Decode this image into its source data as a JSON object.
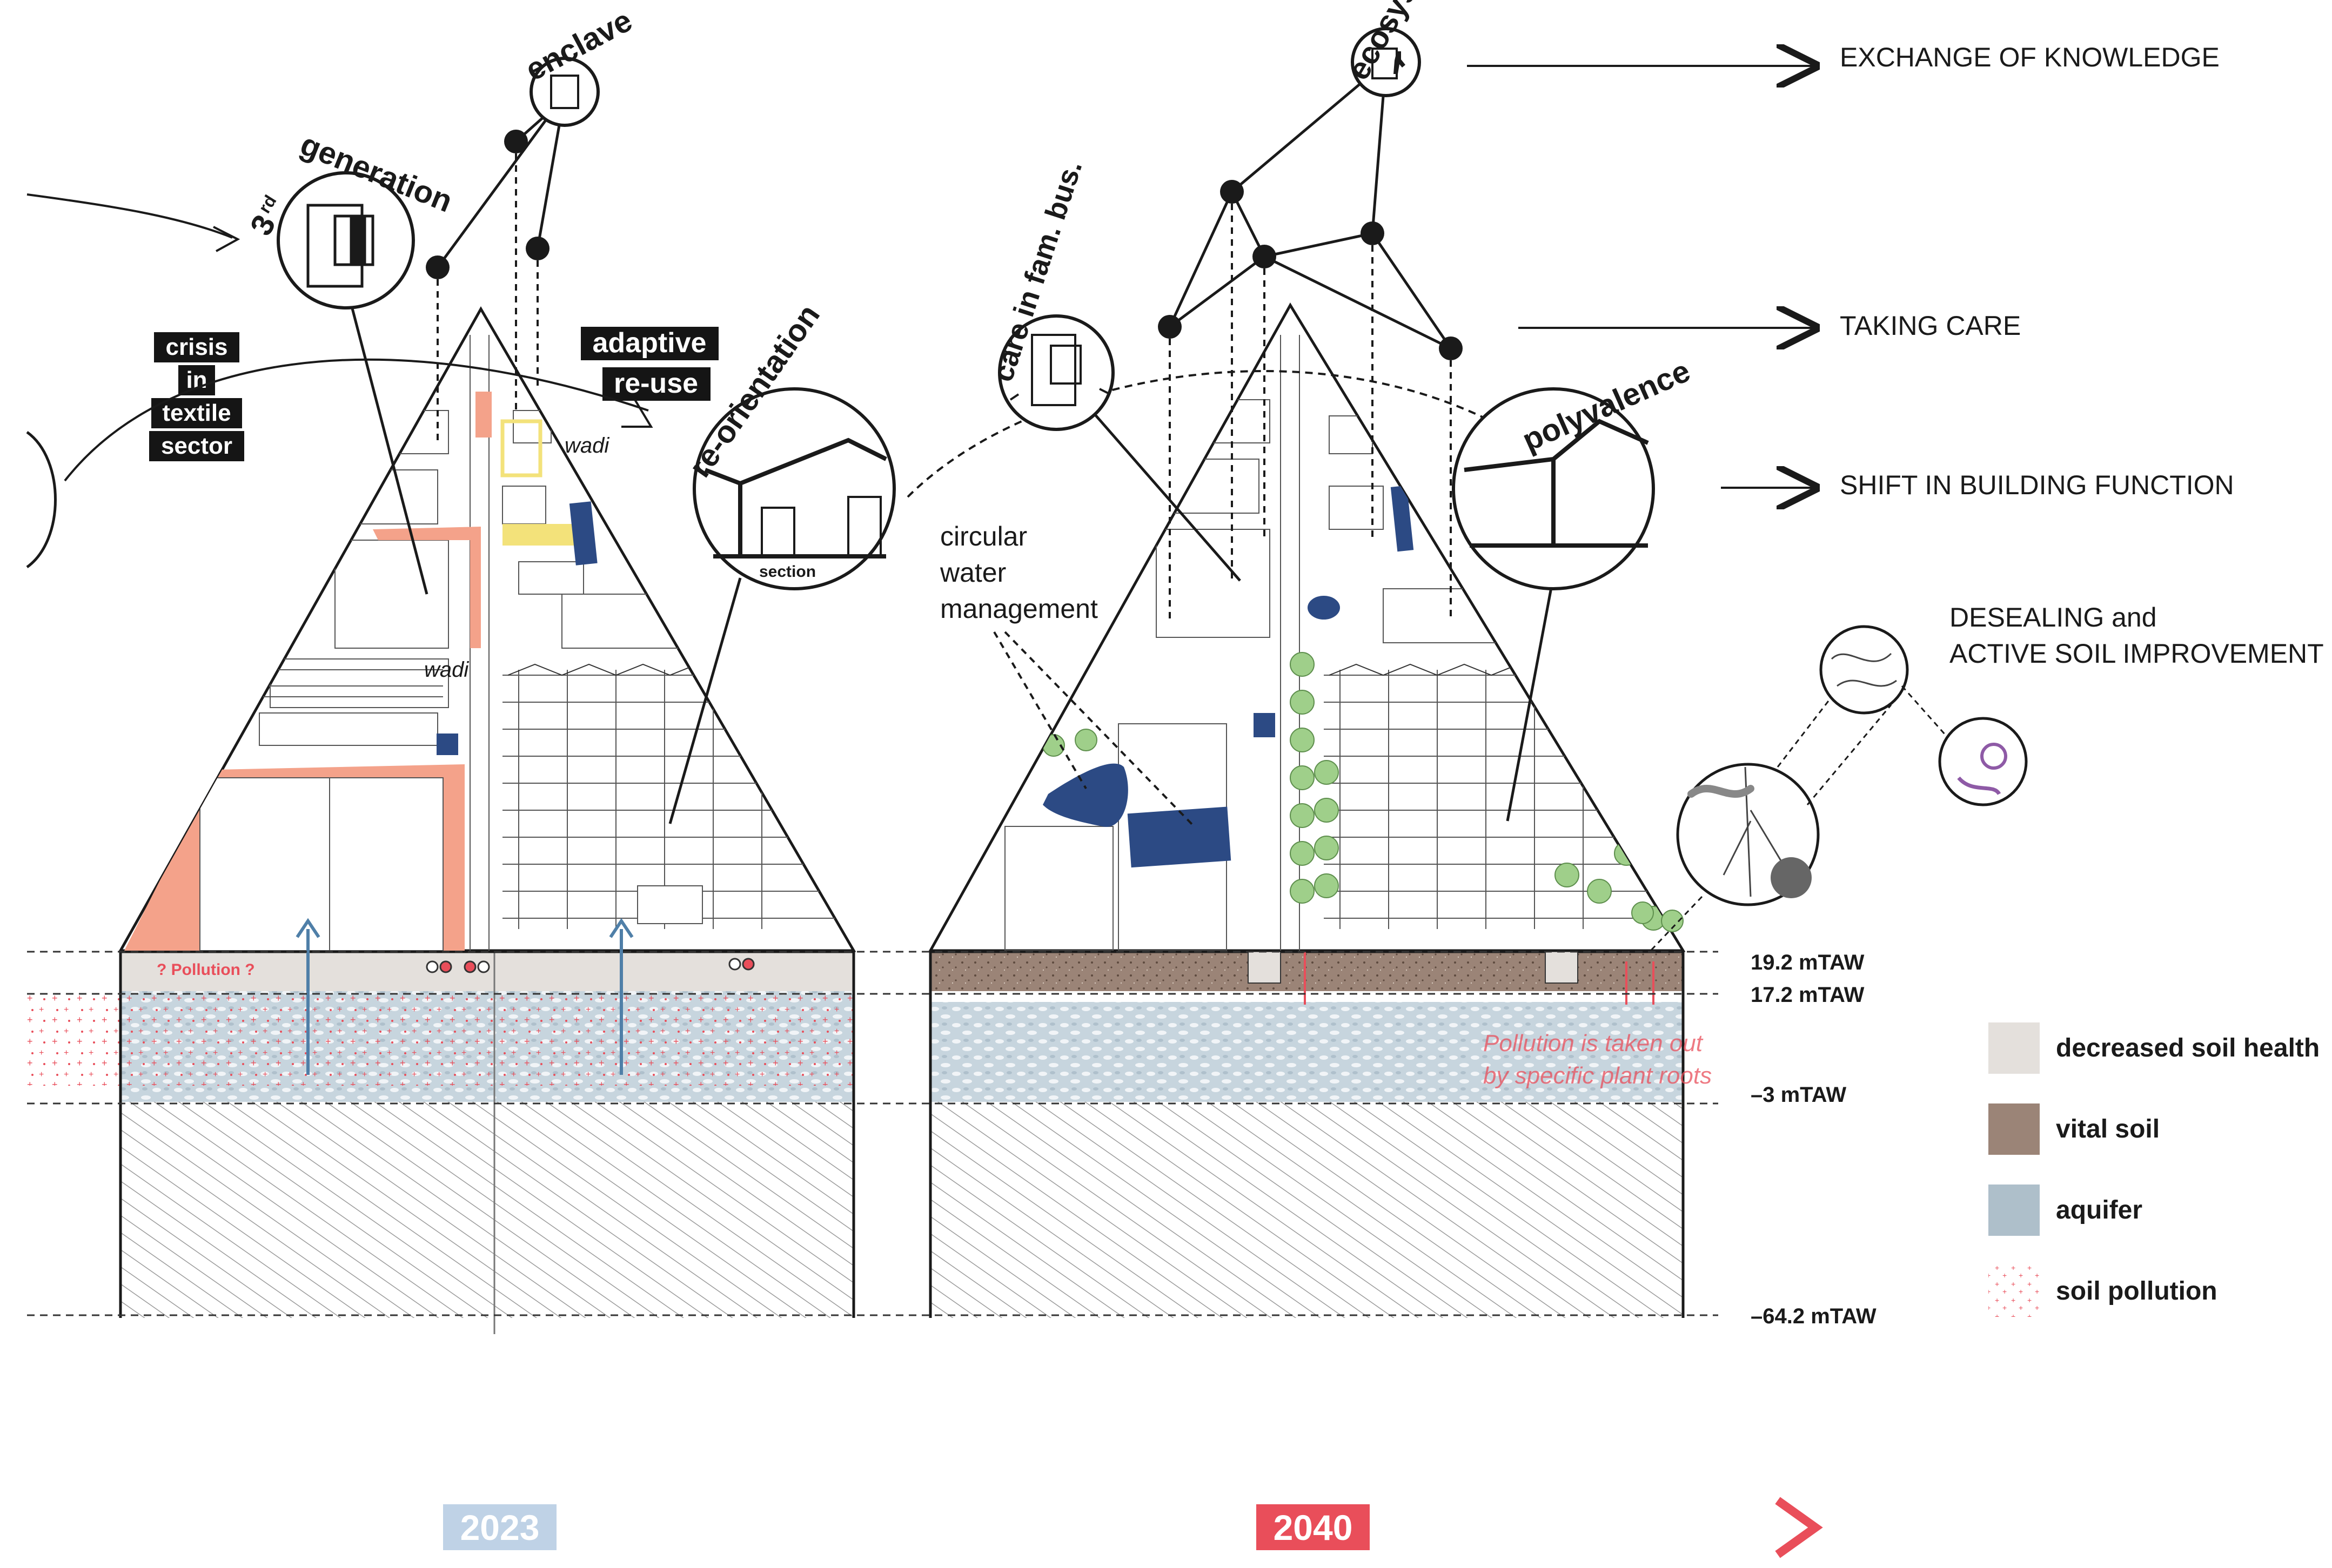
{
  "labels": {
    "enclave": "enclave",
    "third_generation_number": "3",
    "third_generation_superscript": "rd",
    "third_generation_word": "generation",
    "crisis_lines": [
      "crisis",
      "in",
      "textile",
      "sector"
    ],
    "adaptive_lines": [
      "adaptive",
      "re-use"
    ],
    "re_orientation": "re-orientation",
    "section": "section",
    "wadi_top": "wadi",
    "wadi_mid": "wadi",
    "pollution_left": "? Pollution ?",
    "ecosystem": "ecosystem",
    "care": "care in fam. bus.",
    "polyvalence": "polyvalence",
    "circular_lines": [
      "circular",
      "water",
      "management"
    ],
    "pollution_right_lines": [
      "Pollution is taken out",
      "by specific plant roots"
    ]
  },
  "outcomes": [
    "EXCHANGE OF KNOWLEDGE",
    "TAKING CARE",
    "SHIFT IN BUILDING FUNCTION",
    "DESEALING and",
    "ACTIVE SOIL IMPROVEMENT"
  ],
  "levels": [
    "19.2 mTAW",
    "17.2 mTAW",
    "–3 mTAW",
    "–64.2  mTAW"
  ],
  "legend": [
    {
      "label": "decreased soil health",
      "color": "#e4e0dc"
    },
    {
      "label": "vital soil",
      "color": "#9b8477"
    },
    {
      "label": "aquifer",
      "color": "#aebfca"
    },
    {
      "label": "soil pollution",
      "color": "#e94e5a"
    }
  ],
  "timeline": {
    "start": "2023",
    "end": "2040",
    "start_color": "#bfd2e6",
    "end_color": "#e94e5a"
  },
  "colors": {
    "industry_orange": "#f4a28a",
    "water_blue": "#2c4a84",
    "highlight_yellow": "#f3e27a",
    "tree_green": "#9fcf8a"
  }
}
